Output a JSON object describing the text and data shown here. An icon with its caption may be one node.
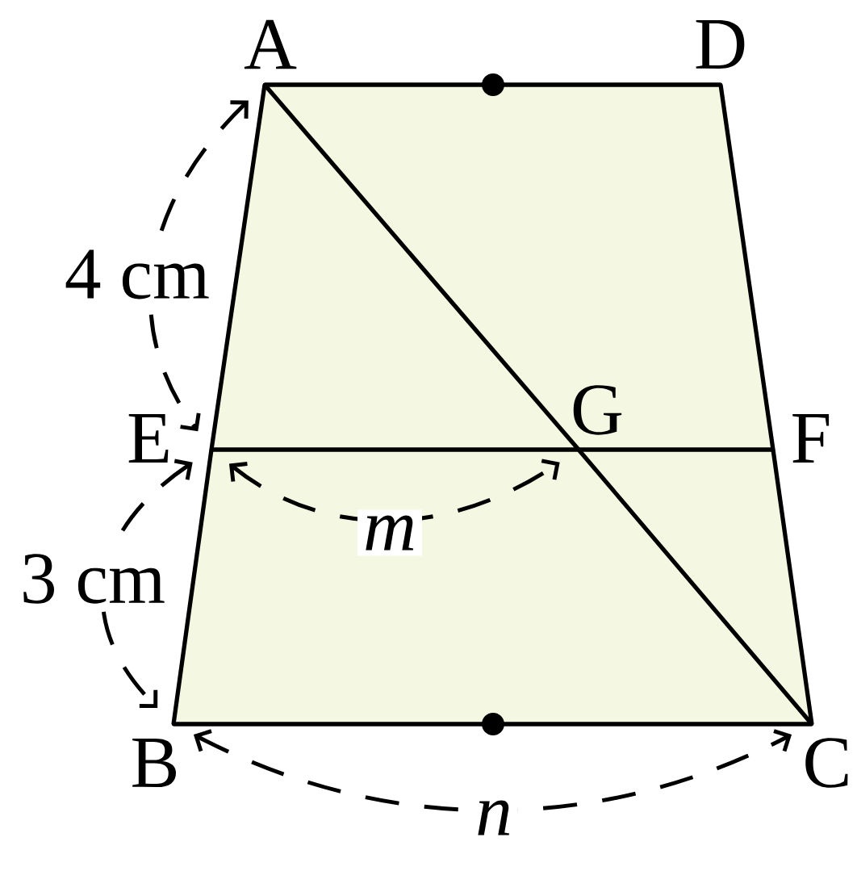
{
  "diagram": {
    "nodes": [
      {
        "text": [
          "A"
        ]
      },
      {
        "text": [
          "D"
        ]
      },
      {
        "text": [
          "E"
        ]
      },
      {
        "text": [
          "G"
        ]
      },
      {
        "text": [
          "F"
        ]
      },
      {
        "text": [
          "B"
        ]
      },
      {
        "text": [
          "C"
        ]
      }
    ],
    "edges": [
      {
        "from": 0,
        "to": 1,
        "arrow": "none"
      },
      {
        "from": 1,
        "to": 4,
        "arrow": "none"
      },
      {
        "from": 4,
        "to": 6,
        "arrow": "none"
      },
      {
        "from": 5,
        "to": 6,
        "arrow": "none"
      },
      {
        "from": 2,
        "to": 5,
        "arrow": "none"
      },
      {
        "from": 0,
        "to": 2,
        "arrow": "none"
      },
      {
        "from": 0,
        "to": 3,
        "arrow": "none"
      },
      {
        "from": 3,
        "to": 6,
        "arrow": "none"
      },
      {
        "from": 2,
        "to": 3,
        "arrow": "none"
      },
      {
        "from": 3,
        "to": 4,
        "arrow": "none"
      }
    ],
    "labels": [
      "4 cm",
      "3 cm",
      "m",
      "n"
    ]
  }
}
